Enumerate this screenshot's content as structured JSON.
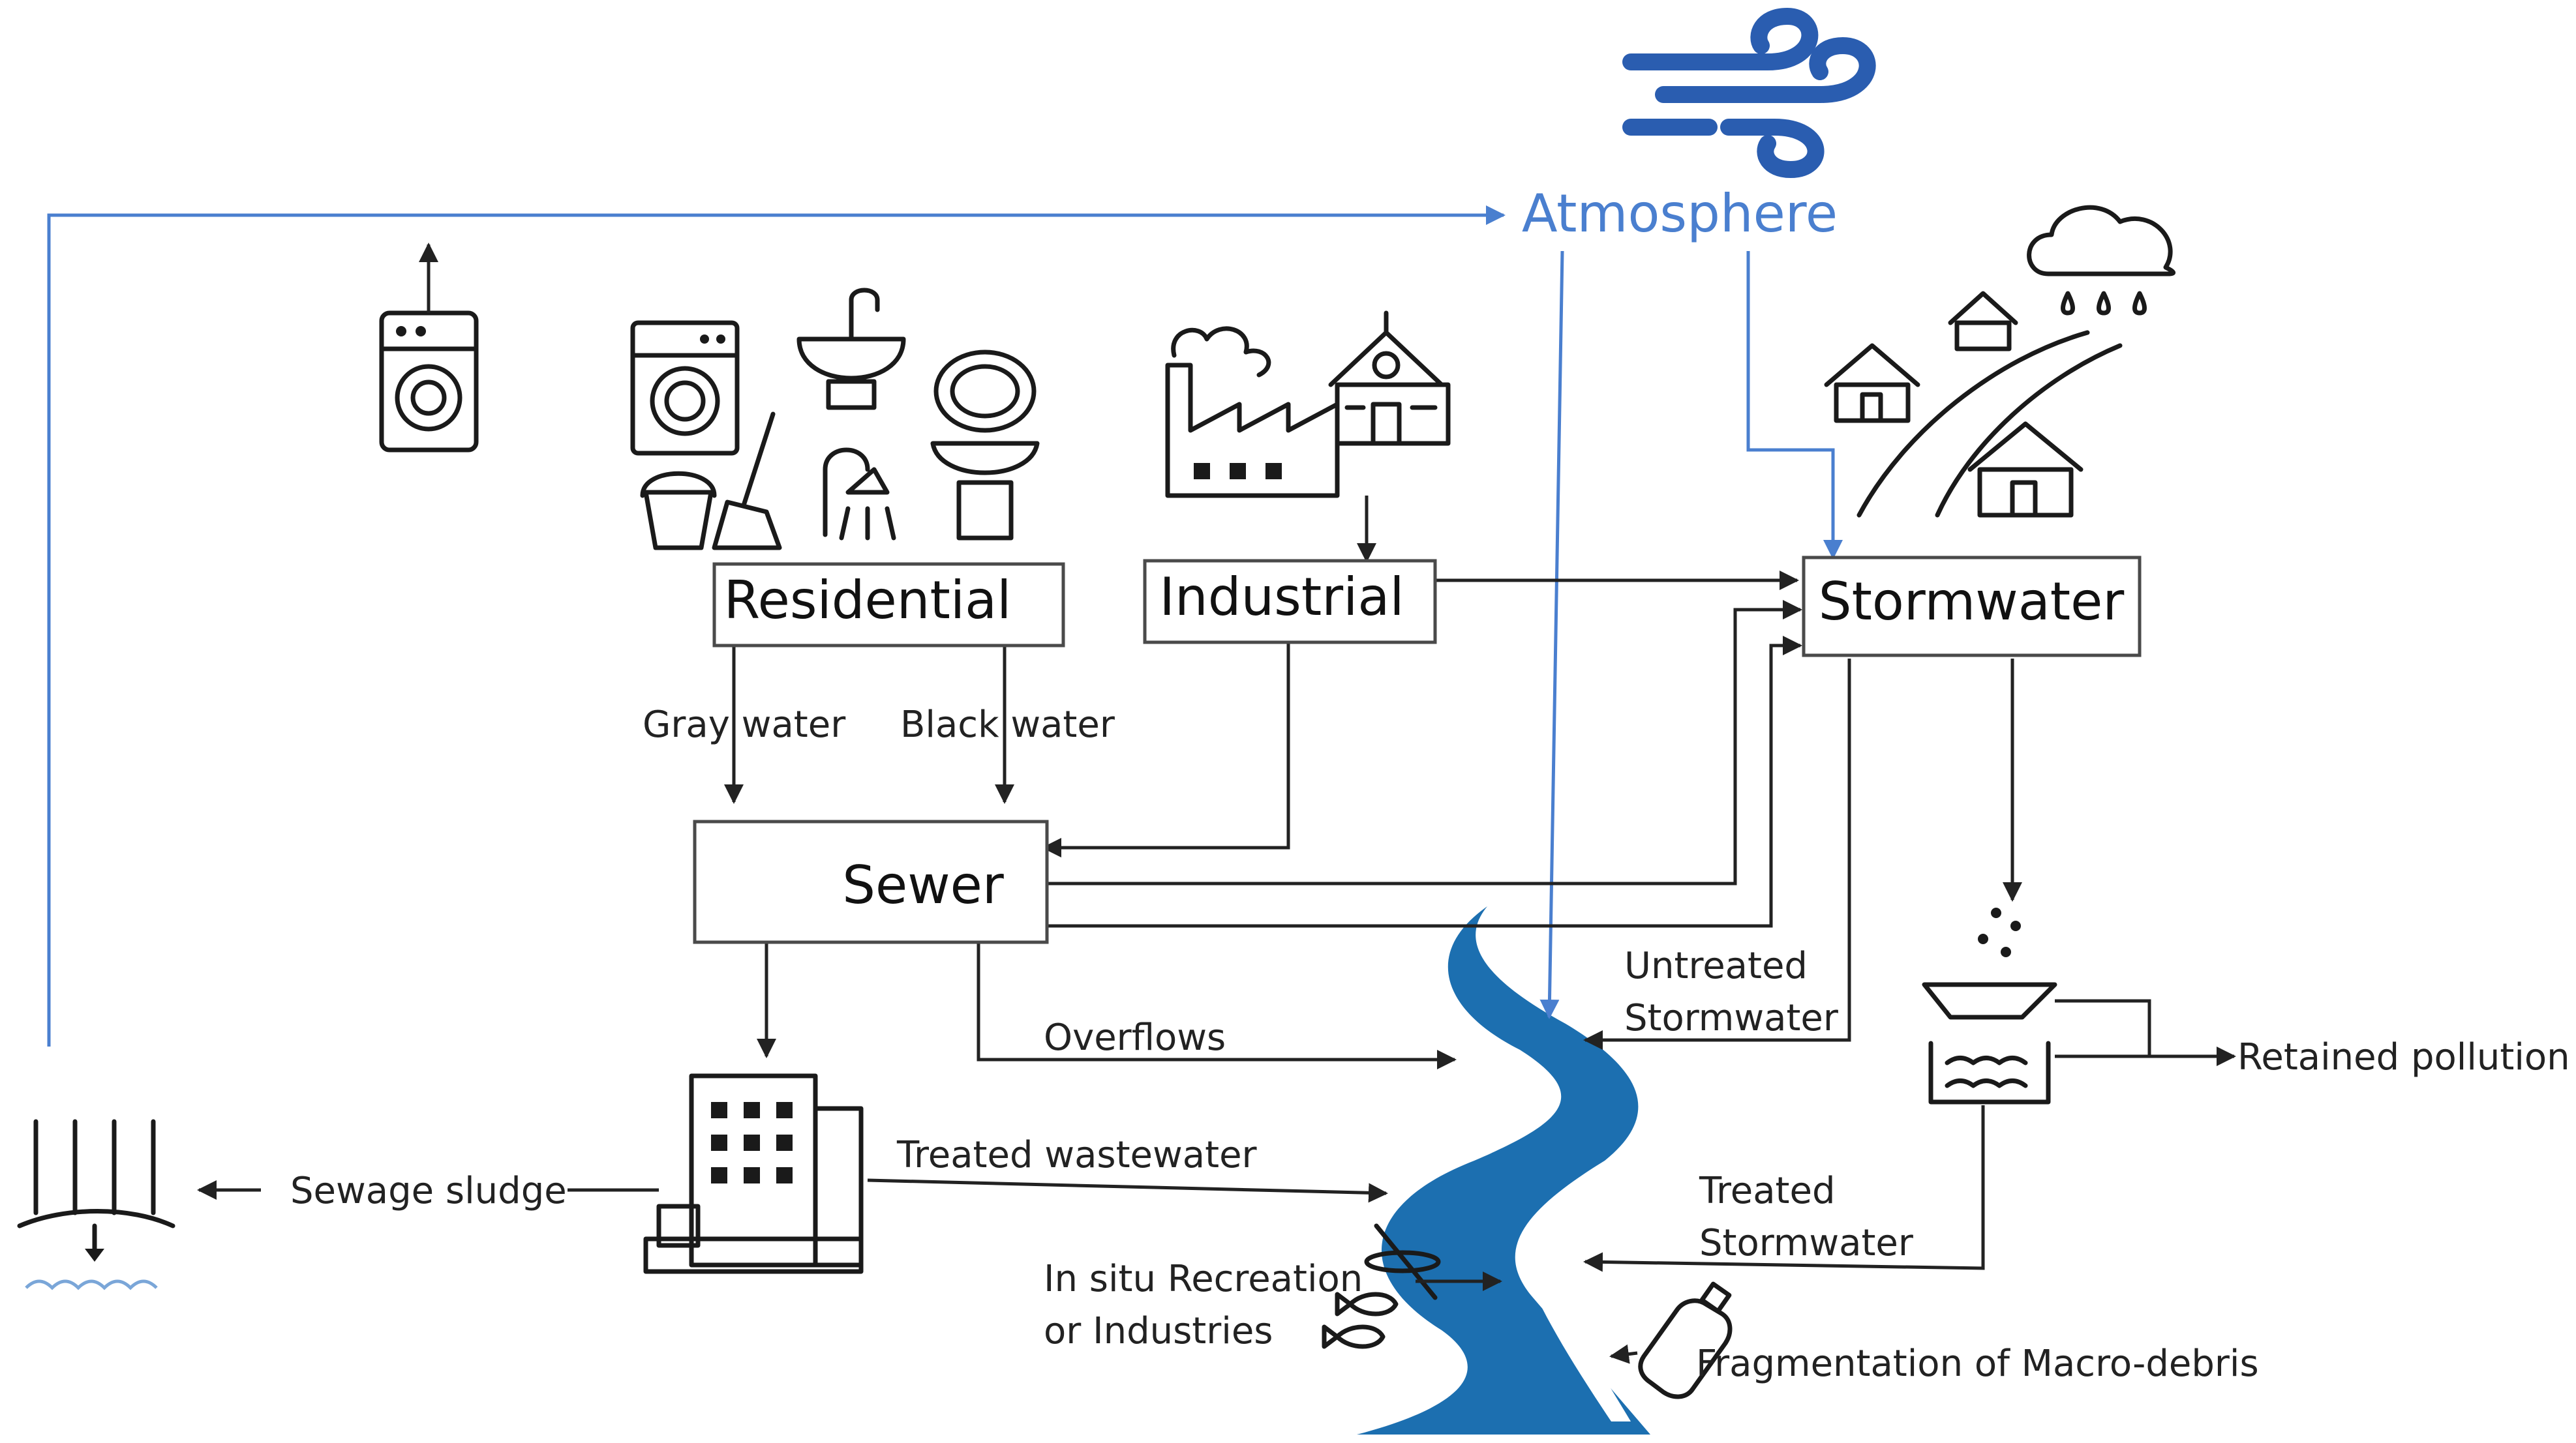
{
  "colors": {
    "blue_flow": "#4a7fcf",
    "river": "#1c6fb0",
    "wind": "#2a5db0",
    "black_flow": "#222222",
    "atmosphere_text": "#4a7fcf"
  },
  "nodes": {
    "atmosphere": "Atmosphere",
    "residential": "Residential",
    "industrial": "Industrial",
    "stormwater": "Stormwater",
    "sewer": "Sewer"
  },
  "edges": {
    "gray_water": "Gray water",
    "black_water": "Black water",
    "overflows": "Overflows",
    "untreated_1": "Untreated",
    "untreated_2": "Stormwater",
    "treated_wastewater": "Treated wastewater",
    "sewage_sludge": "Sewage sludge",
    "treated_sw_1": "Treated",
    "treated_sw_2": "Stormwater",
    "retained_pollution": "Retained pollution",
    "recreation_1": "In situ Recreation",
    "recreation_2": "or Industries",
    "fragmentation": "Fragmentation of Macro-debris"
  },
  "icons": [
    "wind-icon",
    "washing-machine-icon",
    "sink-icon",
    "toilet-icon",
    "bucket-icon",
    "broom-icon",
    "shower-icon",
    "factory-icon",
    "school-icon",
    "house-icon",
    "road-icon",
    "rain-cloud-icon",
    "manhole-icon",
    "treatment-plant-icon",
    "crops-icon",
    "river-icon",
    "filter-basin-icon",
    "kayak-icon",
    "fish-icon",
    "bottle-icon"
  ]
}
